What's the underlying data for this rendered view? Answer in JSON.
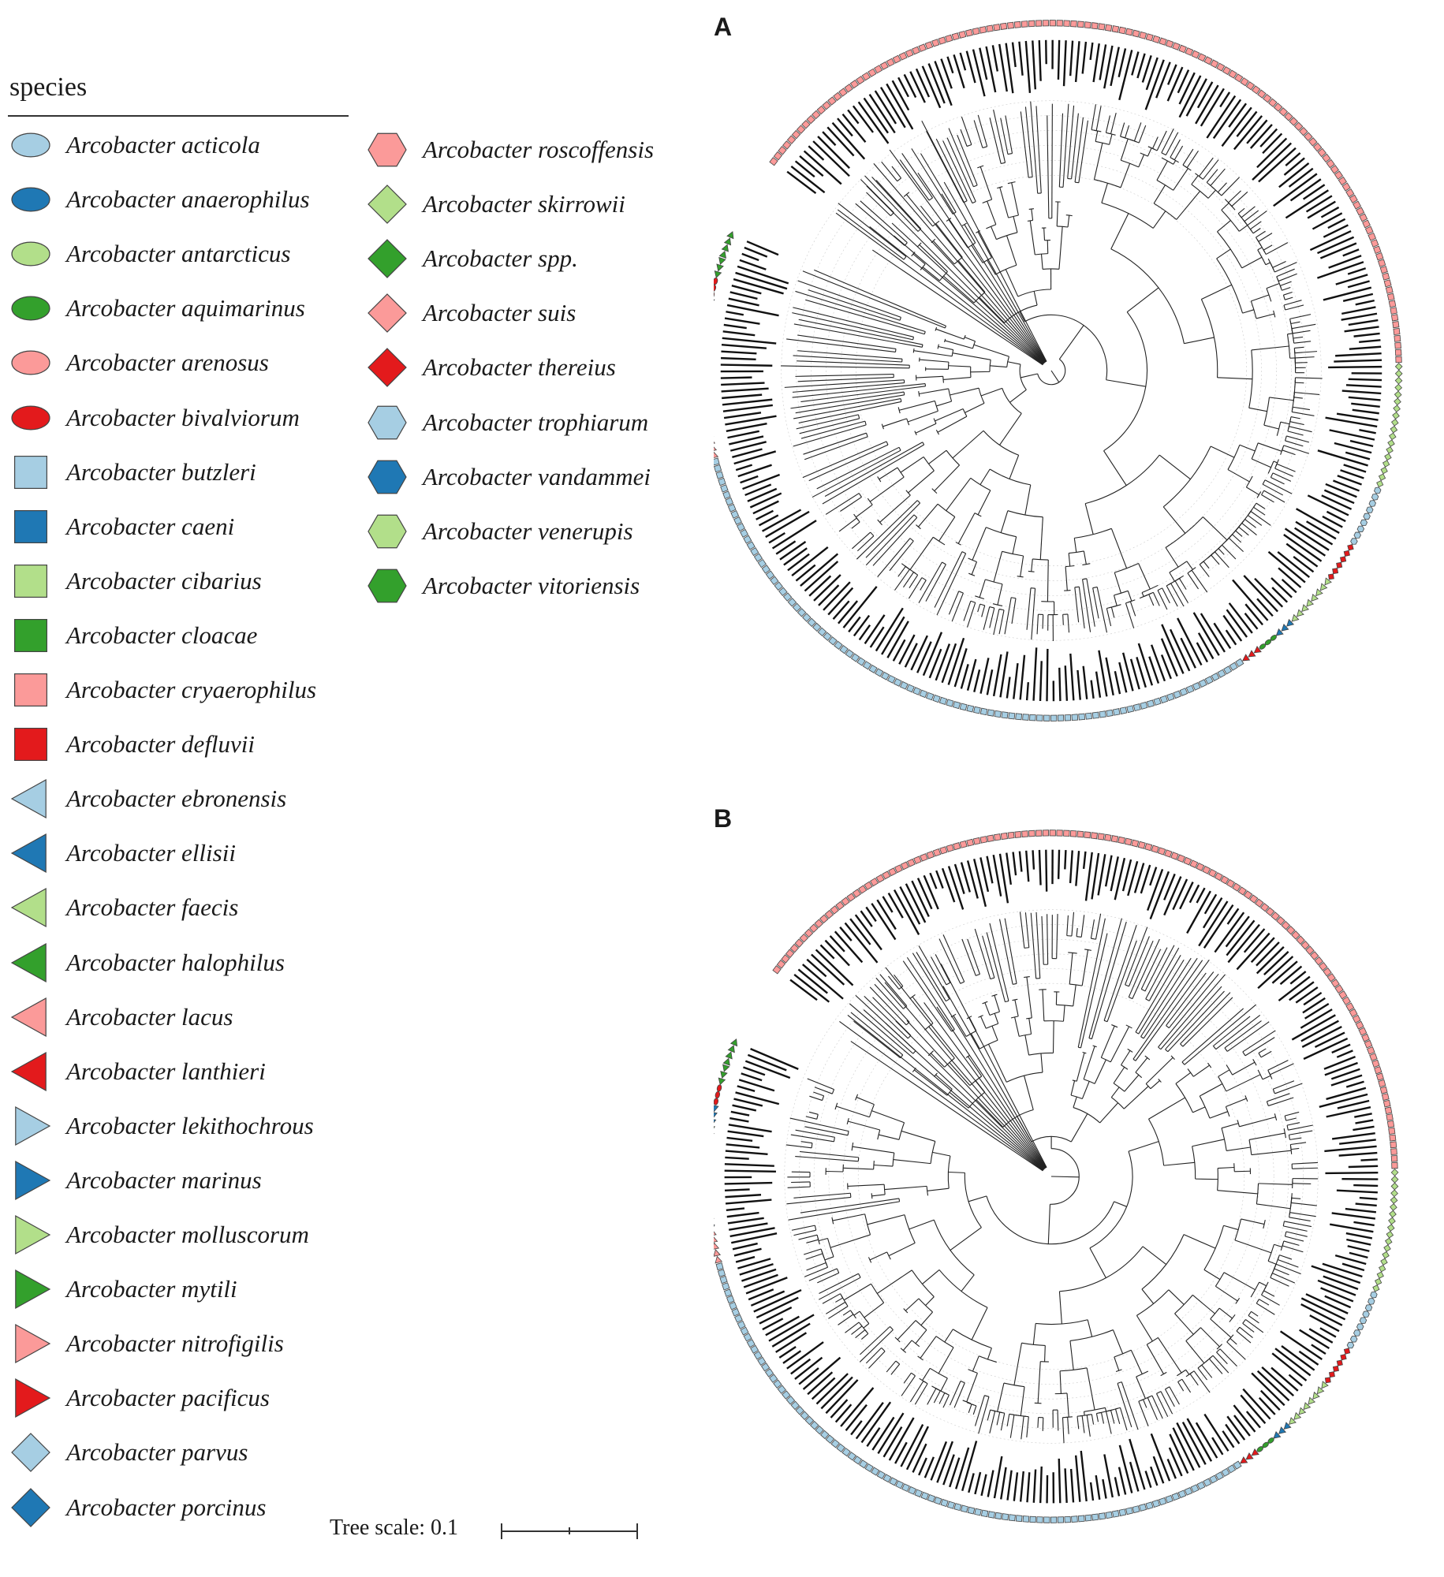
{
  "legend": {
    "title": "species",
    "items": [
      {
        "label": "Arcobacter acticola",
        "shape": "ellipse",
        "color": "#a6cee3"
      },
      {
        "label": "Arcobacter anaerophilus",
        "shape": "ellipse",
        "color": "#1f78b4"
      },
      {
        "label": "Arcobacter antarcticus",
        "shape": "ellipse",
        "color": "#b2df8a"
      },
      {
        "label": "Arcobacter aquimarinus",
        "shape": "ellipse",
        "color": "#33a02c"
      },
      {
        "label": "Arcobacter arenosus",
        "shape": "ellipse",
        "color": "#fb9a99"
      },
      {
        "label": "Arcobacter bivalviorum",
        "shape": "ellipse",
        "color": "#e31a1c"
      },
      {
        "label": "Arcobacter butzleri",
        "shape": "square",
        "color": "#a6cee3"
      },
      {
        "label": "Arcobacter caeni",
        "shape": "square",
        "color": "#1f78b4"
      },
      {
        "label": "Arcobacter cibarius",
        "shape": "square",
        "color": "#b2df8a"
      },
      {
        "label": "Arcobacter cloacae",
        "shape": "square",
        "color": "#33a02c"
      },
      {
        "label": "Arcobacter cryaerophilus",
        "shape": "square",
        "color": "#fb9a99"
      },
      {
        "label": "Arcobacter defluvii",
        "shape": "square",
        "color": "#e31a1c"
      },
      {
        "label": "Arcobacter ebronensis",
        "shape": "triangle-left",
        "color": "#a6cee3"
      },
      {
        "label": "Arcobacter ellisii",
        "shape": "triangle-left",
        "color": "#1f78b4"
      },
      {
        "label": "Arcobacter faecis",
        "shape": "triangle-left",
        "color": "#b2df8a"
      },
      {
        "label": "Arcobacter halophilus",
        "shape": "triangle-left",
        "color": "#33a02c"
      },
      {
        "label": "Arcobacter lacus",
        "shape": "triangle-left",
        "color": "#fb9a99"
      },
      {
        "label": "Arcobacter lanthieri",
        "shape": "triangle-left",
        "color": "#e31a1c"
      },
      {
        "label": "Arcobacter lekithochrous",
        "shape": "triangle-right",
        "color": "#a6cee3"
      },
      {
        "label": "Arcobacter marinus",
        "shape": "triangle-right",
        "color": "#1f78b4"
      },
      {
        "label": "Arcobacter molluscorum",
        "shape": "triangle-right",
        "color": "#b2df8a"
      },
      {
        "label": "Arcobacter mytili",
        "shape": "triangle-right",
        "color": "#33a02c"
      },
      {
        "label": "Arcobacter nitrofigilis",
        "shape": "triangle-right",
        "color": "#fb9a99"
      },
      {
        "label": "Arcobacter pacificus",
        "shape": "triangle-right",
        "color": "#e31a1c"
      },
      {
        "label": "Arcobacter parvus",
        "shape": "diamond",
        "color": "#a6cee3"
      },
      {
        "label": "Arcobacter porcinus",
        "shape": "diamond",
        "color": "#1f78b4"
      },
      {
        "label": "Arcobacter roscoffensis",
        "shape": "hexagon",
        "color": "#fb9a99"
      },
      {
        "label": "Arcobacter skirrowii",
        "shape": "diamond",
        "color": "#b2df8a"
      },
      {
        "label": "Arcobacter spp.",
        "shape": "diamond",
        "color": "#33a02c"
      },
      {
        "label": "Arcobacter suis",
        "shape": "diamond",
        "color": "#fb9a99"
      },
      {
        "label": "Arcobacter thereius",
        "shape": "diamond",
        "color": "#e31a1c"
      },
      {
        "label": "Arcobacter trophiarum",
        "shape": "hexagon",
        "color": "#a6cee3"
      },
      {
        "label": "Arcobacter vandammei",
        "shape": "hexagon",
        "color": "#1f78b4"
      },
      {
        "label": "Arcobacter venerupis",
        "shape": "hexagon",
        "color": "#b2df8a"
      },
      {
        "label": "Arcobacter vitoriensis",
        "shape": "hexagon",
        "color": "#33a02c"
      }
    ]
  },
  "panels": [
    {
      "label": "A"
    },
    {
      "label": "B"
    }
  ],
  "scale": {
    "text": "Tree scale: 0.1"
  },
  "colors": {
    "branch": "#222222",
    "guide": "#cccccc",
    "leaf_label": "#111111",
    "stroke": "#444444"
  }
}
